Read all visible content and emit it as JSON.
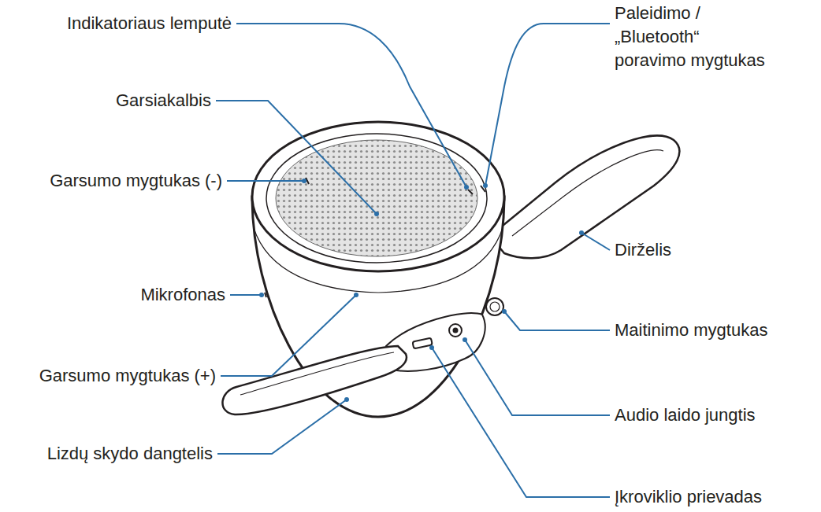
{
  "diagram": {
    "labels": [
      "Indikatoriaus lemputė",
      "Paleidimo / „Bluetooth“ poravimo mygtukas",
      "Garsiakalbis",
      "Garsumo mygtukas (-)",
      "Dirželis",
      "Mikrofonas",
      "Maitinimo mygtukas",
      "Garsumo mygtukas (+)",
      "Audio laido jungtis",
      "Lizdų skydo dangtelis",
      "Įkroviklio prievadas"
    ]
  }
}
